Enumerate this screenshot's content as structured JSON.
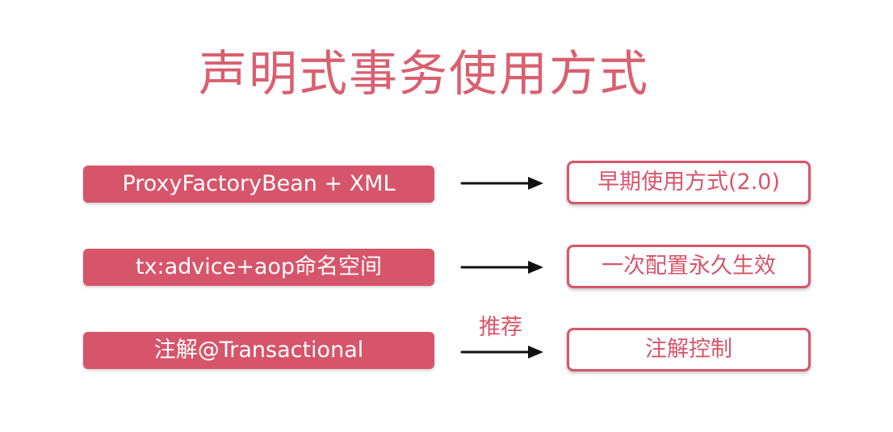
{
  "title": "声明式事务使用方式",
  "rows": [
    {
      "left": "ProxyFactoryBean + XML",
      "right": "早期使用方式(2.0)",
      "arrow_label": ""
    },
    {
      "left": "tx:advice+aop命名空间",
      "right": "一次配置永久生效",
      "arrow_label": ""
    },
    {
      "left": "注解@Transactional",
      "right": "注解控制",
      "arrow_label": "推荐"
    }
  ],
  "colors": {
    "accent": "#d7556a",
    "title": "#d9606f",
    "arrow": "#111111"
  }
}
